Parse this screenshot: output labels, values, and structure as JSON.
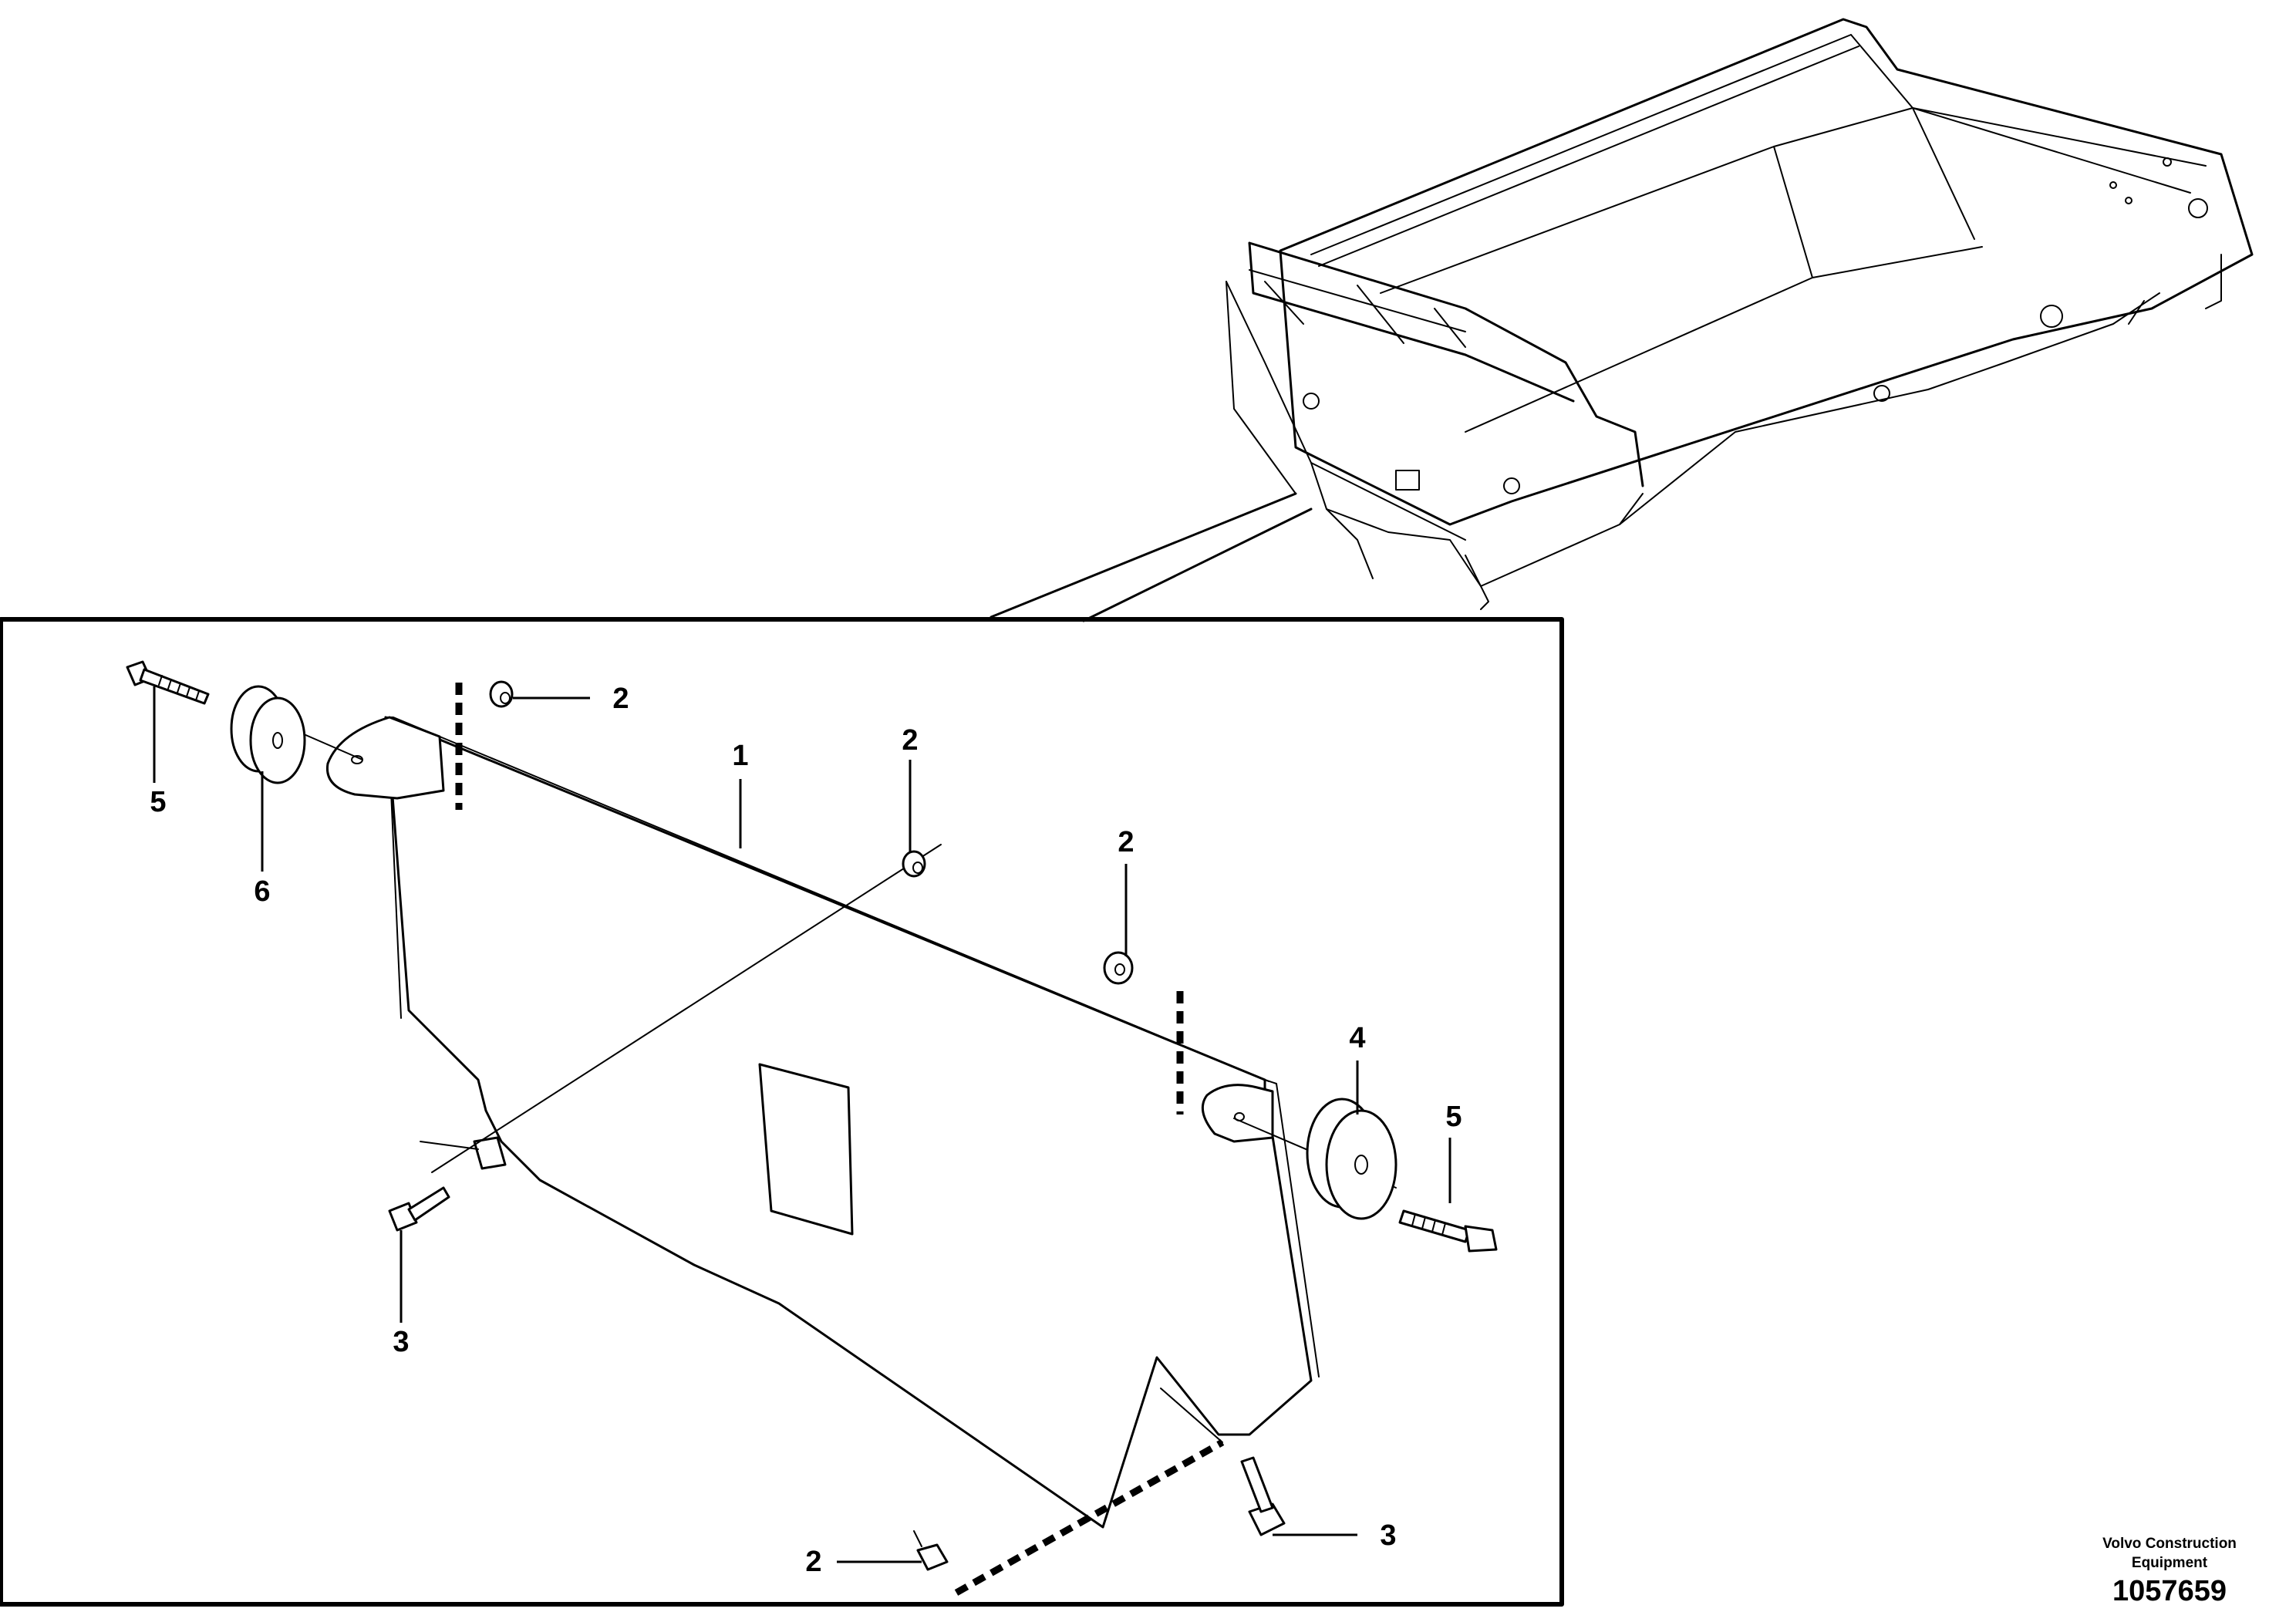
{
  "callouts": {
    "c1": "1",
    "c2a": "2",
    "c2b": "2",
    "c2c": "2",
    "c2d": "2",
    "c3a": "3",
    "c3b": "3",
    "c4": "4",
    "c5a": "5",
    "c5b": "5",
    "c6": "6"
  },
  "caption": {
    "line1": "Volvo Construction",
    "line2": "Equipment",
    "doc_number": "1057659"
  }
}
